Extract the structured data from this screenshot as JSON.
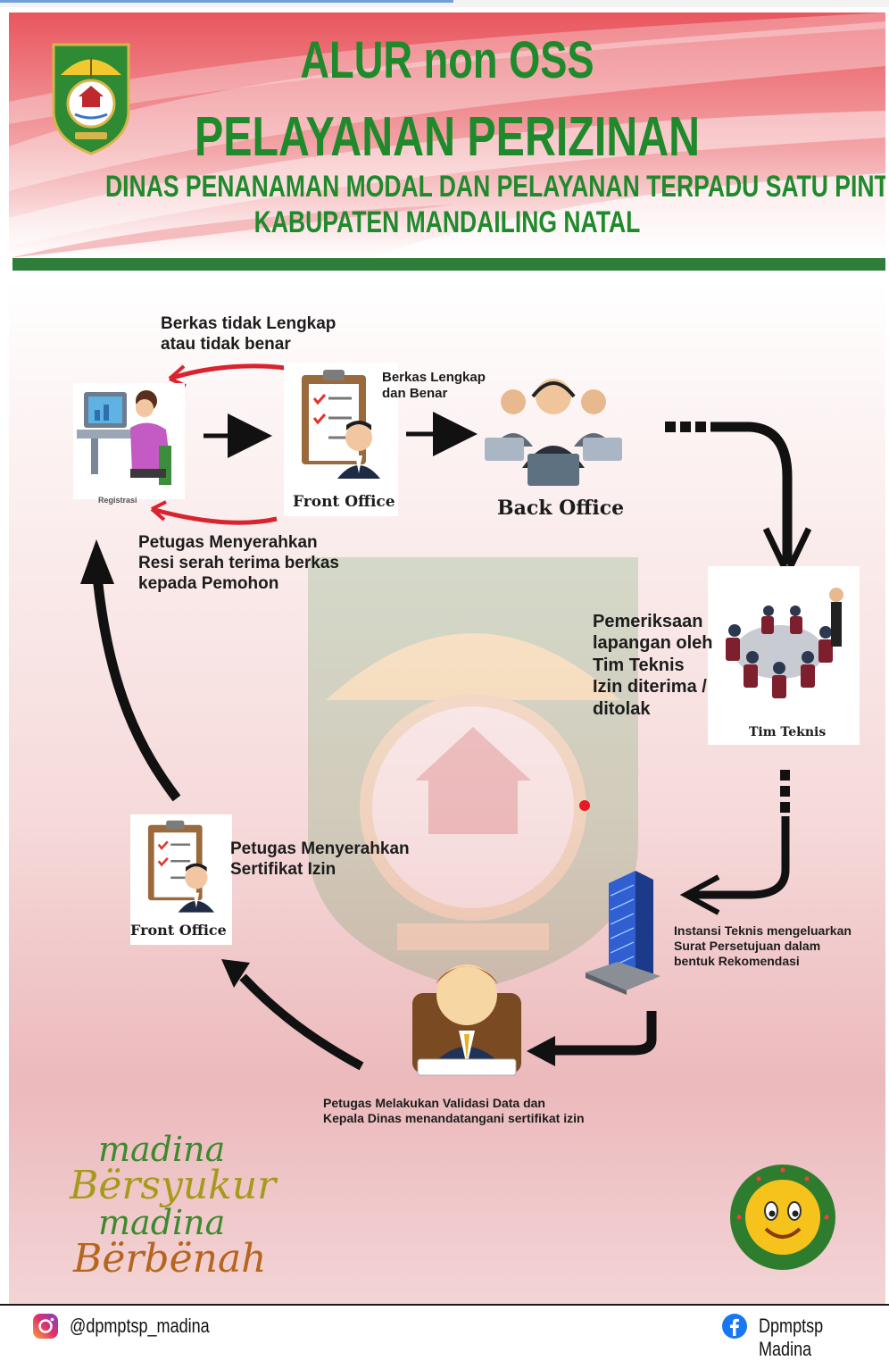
{
  "header": {
    "title_line1": "ALUR non OSS",
    "title_line2": "PELAYANAN PERIZINAN",
    "subtitle_line1": "DINAS PENANAMAN MODAL DAN PELAYANAN TERPADU SATU PINTU",
    "subtitle_line2": "KABUPATEN MANDAILING NATAL"
  },
  "colors": {
    "green": "#1f8a2c",
    "header_stripes": "#e35b62",
    "arrow_red": "#d9232e",
    "arrow_black": "#111111",
    "background_pink": "#ecb9bc"
  },
  "flow": {
    "nodes": {
      "registrasi": {
        "caption": "Registrasi",
        "icon": "computer-user-icon"
      },
      "front_office_1": {
        "caption": "Front Office",
        "icon": "checklist-officer-icon"
      },
      "back_office": {
        "caption": "Back Office",
        "icon": "call-center-team-icon"
      },
      "tim_teknis": {
        "caption": "Tim Teknis",
        "icon": "meeting-room-icon"
      },
      "instansi": {
        "icon": "office-building-icon"
      },
      "kepala_dinas": {
        "icon": "signing-officer-icon"
      },
      "front_office_2": {
        "caption": "Front Office",
        "icon": "checklist-officer-icon"
      }
    },
    "labels": {
      "berkas_tidak_lengkap_1": "Berkas tidak Lengkap",
      "berkas_tidak_lengkap_2": "atau tidak benar",
      "berkas_lengkap_1": "Berkas Lengkap",
      "berkas_lengkap_2": "dan Benar",
      "resi_1": "Petugas Menyerahkan",
      "resi_2": "Resi serah terima berkas",
      "resi_3": "kepada Pemohon",
      "pemeriksaan_1": "Pemeriksaan",
      "pemeriksaan_2": "lapangan oleh",
      "pemeriksaan_3": "Tim Teknis",
      "pemeriksaan_4": "Izin diterima /",
      "pemeriksaan_5": "ditolak",
      "instansi_1": "Instansi Teknis mengeluarkan",
      "instansi_2": "Surat Persetujuan dalam",
      "instansi_3": "bentuk Rekomendasi",
      "validasi_1": "Petugas Melakukan Validasi Data dan",
      "validasi_2": "Kepala Dinas menandatangani sertifikat izin",
      "sertifikat_1": "Petugas Menyerahkan",
      "sertifikat_2": "Sertifikat Izin"
    }
  },
  "slogan": [
    "madina",
    "Bërsyukur",
    "madina",
    "Bërbënah"
  ],
  "footer": {
    "instagram": "@dpmptsp_madina",
    "facebook": "Dpmptsp Madina"
  }
}
